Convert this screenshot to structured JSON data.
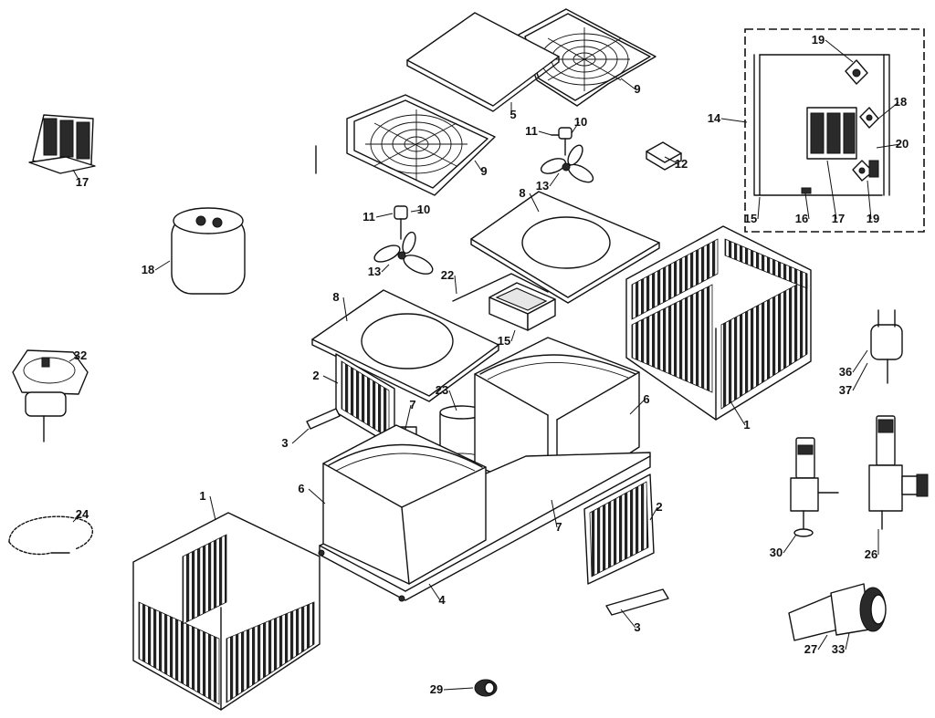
{
  "callouts": [
    {
      "text": "1",
      "part": "cabinet-panel"
    },
    {
      "text": "1",
      "part": "cabinet-panel"
    },
    {
      "text": "2",
      "part": "side-grille"
    },
    {
      "text": "2",
      "part": "side-grille"
    },
    {
      "text": "3",
      "part": "base-rail"
    },
    {
      "text": "3",
      "part": "base-rail"
    },
    {
      "text": "4",
      "part": "base-pan"
    },
    {
      "text": "5",
      "part": "top-cover"
    },
    {
      "text": "6",
      "part": "coil"
    },
    {
      "text": "6",
      "part": "coil"
    },
    {
      "text": "7",
      "part": "corner-post"
    },
    {
      "text": "7",
      "part": "corner-post"
    },
    {
      "text": "8",
      "part": "fan-orifice-panel"
    },
    {
      "text": "8",
      "part": "fan-orifice-panel"
    },
    {
      "text": "9",
      "part": "fan-guard"
    },
    {
      "text": "9",
      "part": "fan-guard"
    },
    {
      "text": "10",
      "part": "fan-motor"
    },
    {
      "text": "10",
      "part": "fan-motor"
    },
    {
      "text": "11",
      "part": "motor-mount"
    },
    {
      "text": "11",
      "part": "motor-mount"
    },
    {
      "text": "12",
      "part": "bracket"
    },
    {
      "text": "13",
      "part": "fan-blade"
    },
    {
      "text": "13",
      "part": "fan-blade"
    },
    {
      "text": "14",
      "part": "control-box"
    },
    {
      "text": "15",
      "part": "control-box-bottom"
    },
    {
      "text": "15",
      "part": "compressor-box"
    },
    {
      "text": "16",
      "part": "bushing"
    },
    {
      "text": "17",
      "part": "contactor"
    },
    {
      "text": "17",
      "part": "contactor"
    },
    {
      "text": "18",
      "part": "capacitor"
    },
    {
      "text": "18",
      "part": "capacitor-terminal"
    },
    {
      "text": "19",
      "part": "terminal-block"
    },
    {
      "text": "19",
      "part": "terminal-block"
    },
    {
      "text": "20",
      "part": "wire"
    },
    {
      "text": "22",
      "part": "tube"
    },
    {
      "text": "23",
      "part": "compressor"
    },
    {
      "text": "24",
      "part": "crankcase-heater"
    },
    {
      "text": "26",
      "part": "service-valve"
    },
    {
      "text": "27",
      "part": "fitting"
    },
    {
      "text": "29",
      "part": "plug"
    },
    {
      "text": "30",
      "part": "service-valve-small"
    },
    {
      "text": "32",
      "part": "thermostat"
    },
    {
      "text": "33",
      "part": "fitting-nut"
    },
    {
      "text": "36",
      "part": "pressure-switch"
    },
    {
      "text": "37",
      "part": "pressure-switch-alt"
    }
  ]
}
